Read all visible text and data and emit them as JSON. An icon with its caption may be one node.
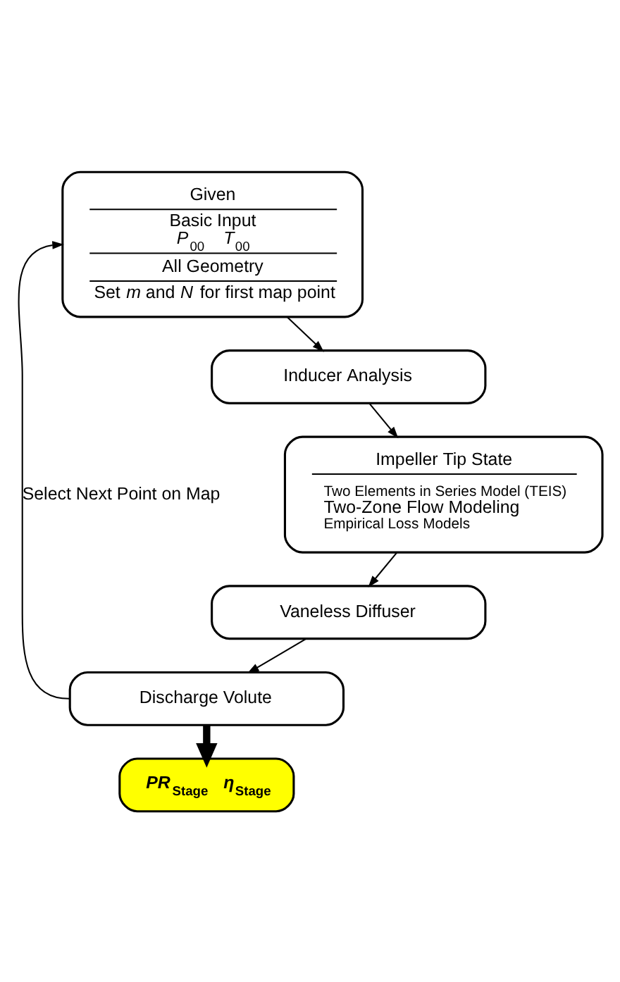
{
  "diagram": {
    "nodes": [
      {
        "text": [
          "Given",
          "Basic Input",
          "*P*$_{00}$ *T*$_{00}$",
          "All Geometry",
          "Set *m* and *N* for first map point"
        ]
      },
      {
        "text": [
          "Inducer Analysis"
        ]
      },
      {
        "text": [
          "Impeller Tip State",
          "Two Elements in Series Model (TEIS)",
          "Two-Zone Flow Modeling",
          "Empirical Loss Models"
        ]
      },
      {
        "text": [
          "Vaneless Diffuser"
        ]
      },
      {
        "text": [
          "Discharge Volute"
        ]
      },
      {
        "text": [
          "*PR*$_{Stage}$ *η*$_{Stage}$"
        ]
      }
    ],
    "edges": [
      {
        "from": 0,
        "to": 1,
        "arrow": "to"
      },
      {
        "from": 1,
        "to": 2,
        "arrow": "to"
      },
      {
        "from": 2,
        "to": 3,
        "arrow": "to"
      },
      {
        "from": 3,
        "to": 4,
        "arrow": "to"
      },
      {
        "from": 4,
        "to": 5,
        "arrow": "to",
        "style": "thick"
      },
      {
        "from": 4,
        "to": 0,
        "arrow": "to",
        "label": "Select Next Point on Map"
      }
    ]
  }
}
